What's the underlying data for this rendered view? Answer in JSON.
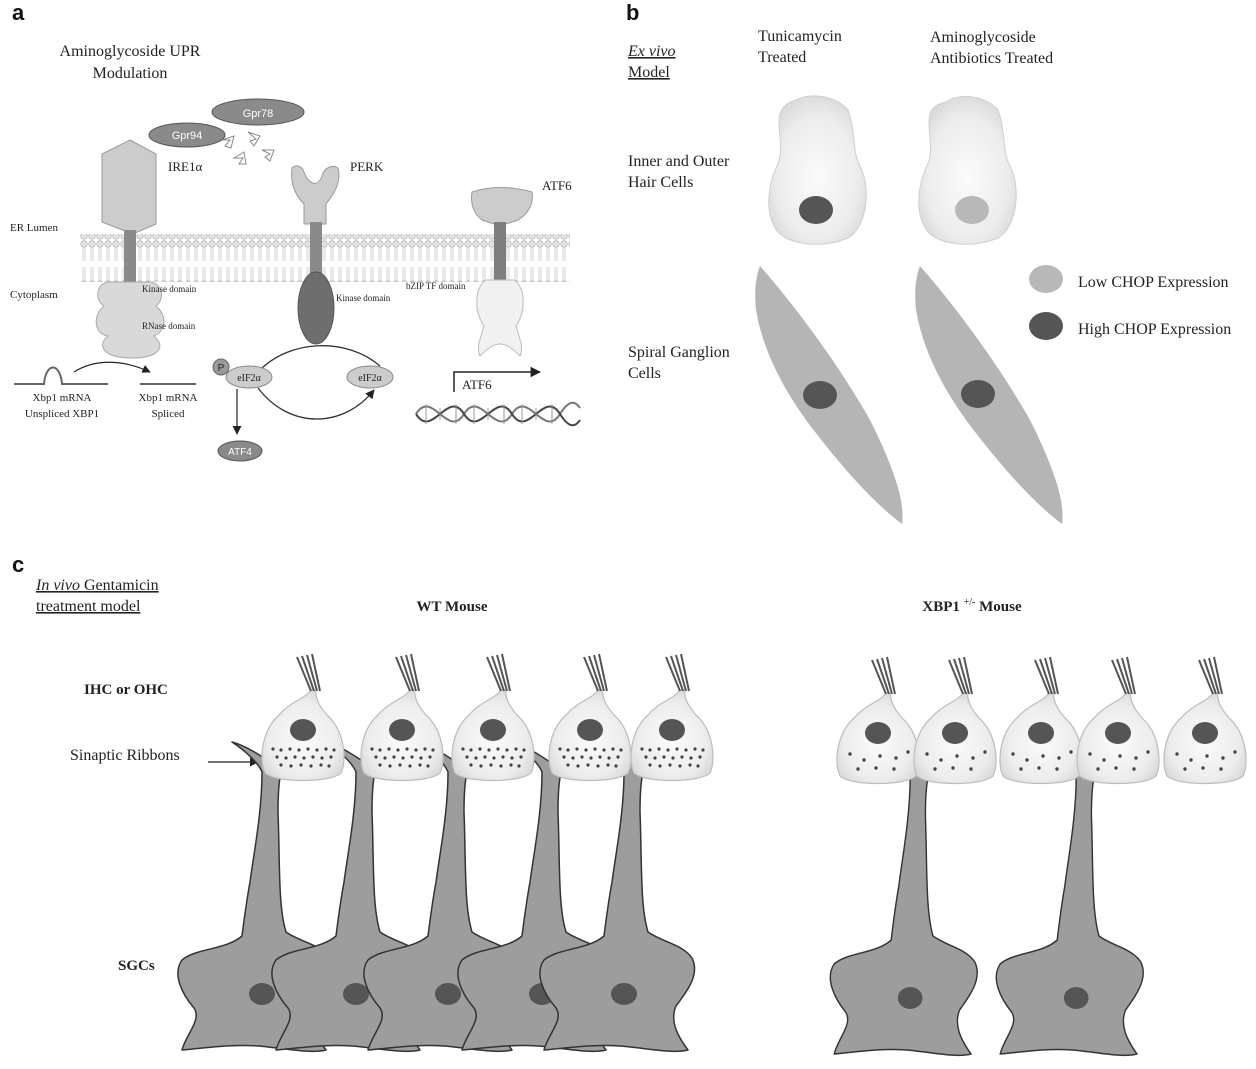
{
  "colors": {
    "background": "#ffffff",
    "text": "#222222",
    "cell_fill": "#eeeeee",
    "cell_outline": "#9a9a9a",
    "nucleus_dark": "#555555",
    "nucleus_light": "#b8b8b8",
    "neuron_fill": "#9d9d9d",
    "neuron_outline": "#333333",
    "spiral_ganglion_fill": "#b5b5b5",
    "receptor_light": "#cccccc",
    "receptor_dark": "#8a8a8a"
  },
  "panel_a": {
    "letter": "a",
    "title_line1": "Aminoglycoside UPR",
    "title_line2": "Modulation",
    "gpr78": "Gpr78",
    "gpr94": "Gpr94",
    "ire1": "IRE1α",
    "perk": "PERK",
    "atf6_receptor": "ATF6",
    "er_lumen": "ER Lumen",
    "cytoplasm": "Cytoplasm",
    "kinase_domain_ire1": "Kinase domain",
    "rnase_domain": "RNase domain",
    "kinase_domain_perk": "Kinase domain",
    "bzip_domain": "bZIP TF domain",
    "xbp1_unspliced_line1": "Xbp1 mRNA",
    "xbp1_unspliced_line2": "Unspliced XBP1",
    "xbp1_spliced_line1": "Xbp1 mRNA",
    "xbp1_spliced_line2": "Spliced",
    "phospho": "P",
    "eif2a_left": "eIF2α",
    "eif2a_right": "eIF2α",
    "atf4": "ATF4",
    "atf6_gene": "ATF6"
  },
  "panel_b": {
    "letter": "b",
    "model_line1": "Ex vivo",
    "model_line2": "Model",
    "col1_line1": "Tunicamycin",
    "col1_line2": "Treated",
    "col2_line1": "Aminoglycoside",
    "col2_line2": "Antibiotics Treated",
    "row1_line1": "Inner and Outer",
    "row1_line2": "Hair Cells",
    "row2_line1": "Spiral Ganglion",
    "row2_line2": "Cells",
    "legend_low": "Low CHOP Expression",
    "legend_high": "High CHOP Expression"
  },
  "panel_c": {
    "letter": "c",
    "model_italic": "In vivo",
    "model_rest": " Gentamicin",
    "model_line2": "treatment model",
    "wt_title": "WT Mouse",
    "xbp1_title_prefix": "XBP1 ",
    "xbp1_title_sup": "+/-",
    "xbp1_title_suffix": " Mouse",
    "row_hair": "IHC or OHC",
    "row_ribbons": "Sinaptic Ribbons",
    "row_sgc": "SGCs"
  }
}
